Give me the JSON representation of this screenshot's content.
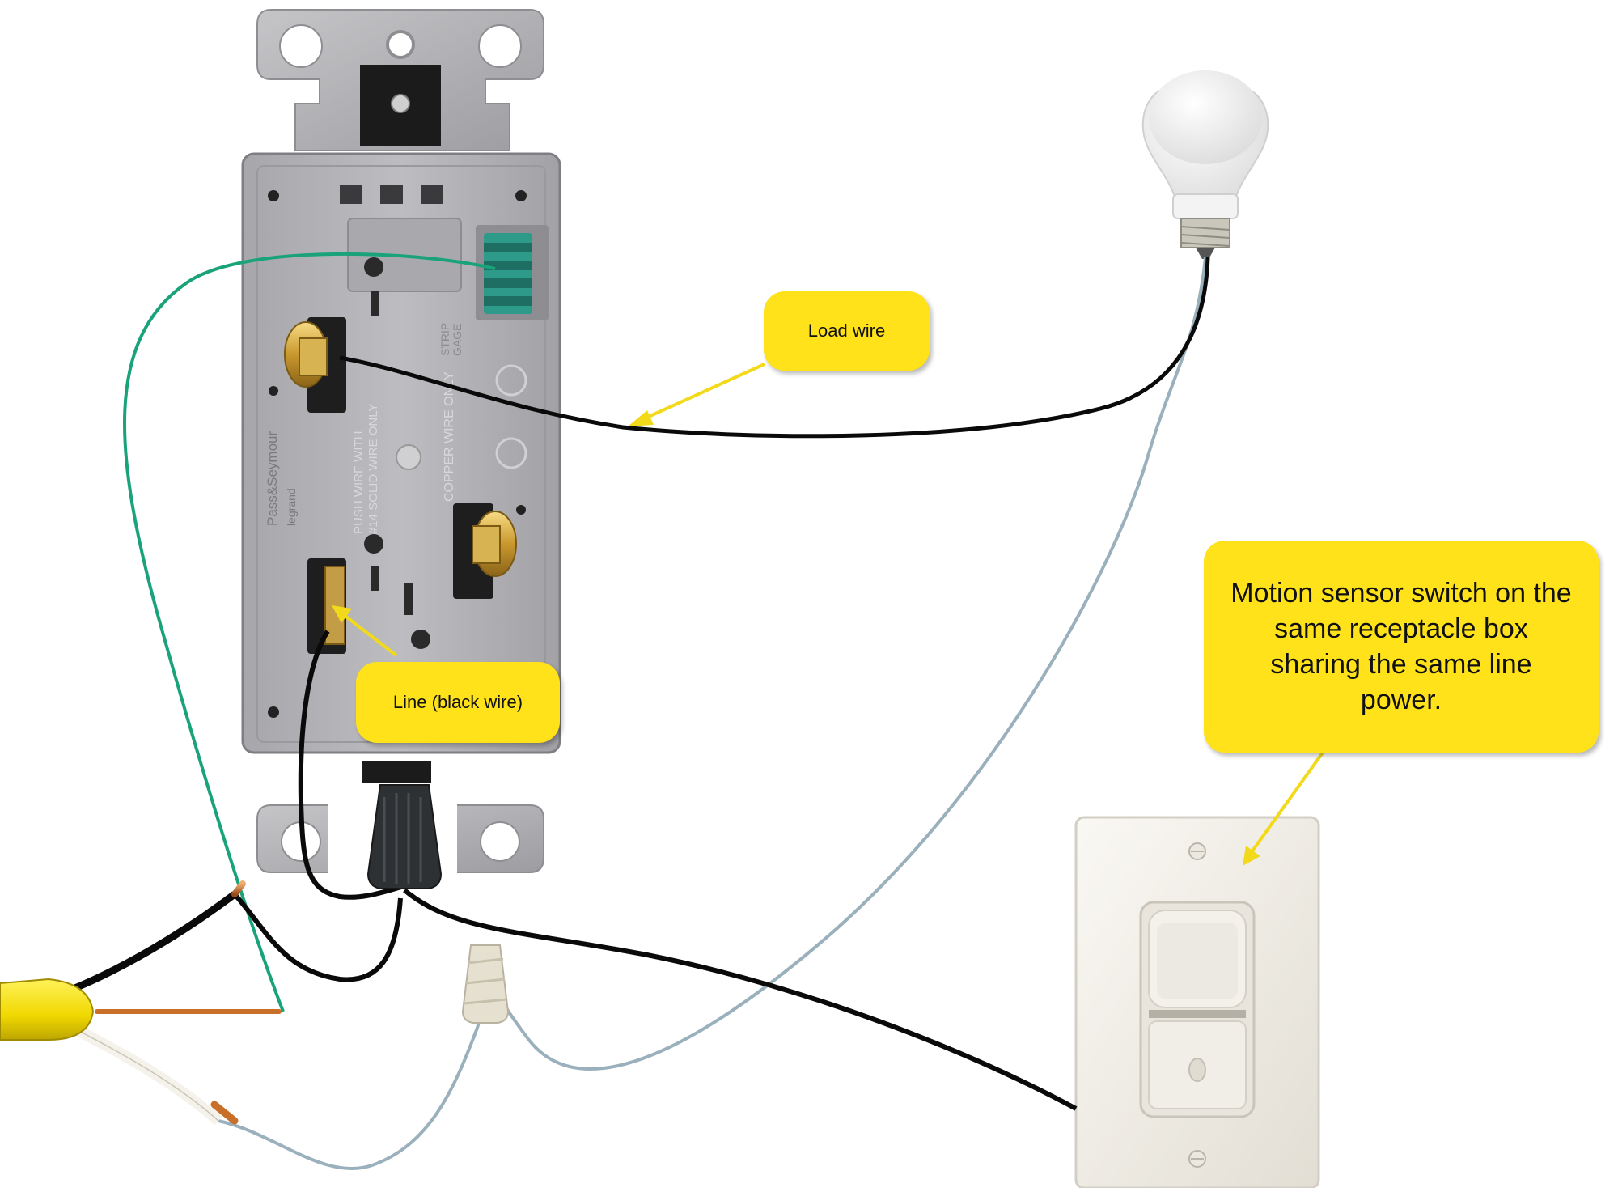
{
  "callouts": {
    "load_wire": "Load wire",
    "line_wire": "Line (black wire)",
    "motion_sensor": "Motion sensor switch on the same receptacle  box sharing the same line power."
  },
  "colors": {
    "callout_fill": "#ffe21a",
    "arrow": "#f2d91a",
    "hot_wire": "#0a0a0a",
    "ground_wire": "#1aa37a",
    "neutral_wire": "#9ab0bc",
    "cable_jacket": "#f2e000",
    "copper": "#c8702a",
    "receptacle_body": "#b2b2b6",
    "switch_plate": "#f4f1ea",
    "wire_nut_black": "#2e3134",
    "wire_nut_tan": "#e5e0cf",
    "bulb_glass": "#f7f7f7",
    "bulb_base": "#c9c6bc"
  },
  "icons": {
    "bulb": "light-bulb-icon",
    "switch": "motion-sensor-switch-icon",
    "receptacle": "duplex-receptacle-icon",
    "wire_nut": "wire-nut-icon"
  }
}
